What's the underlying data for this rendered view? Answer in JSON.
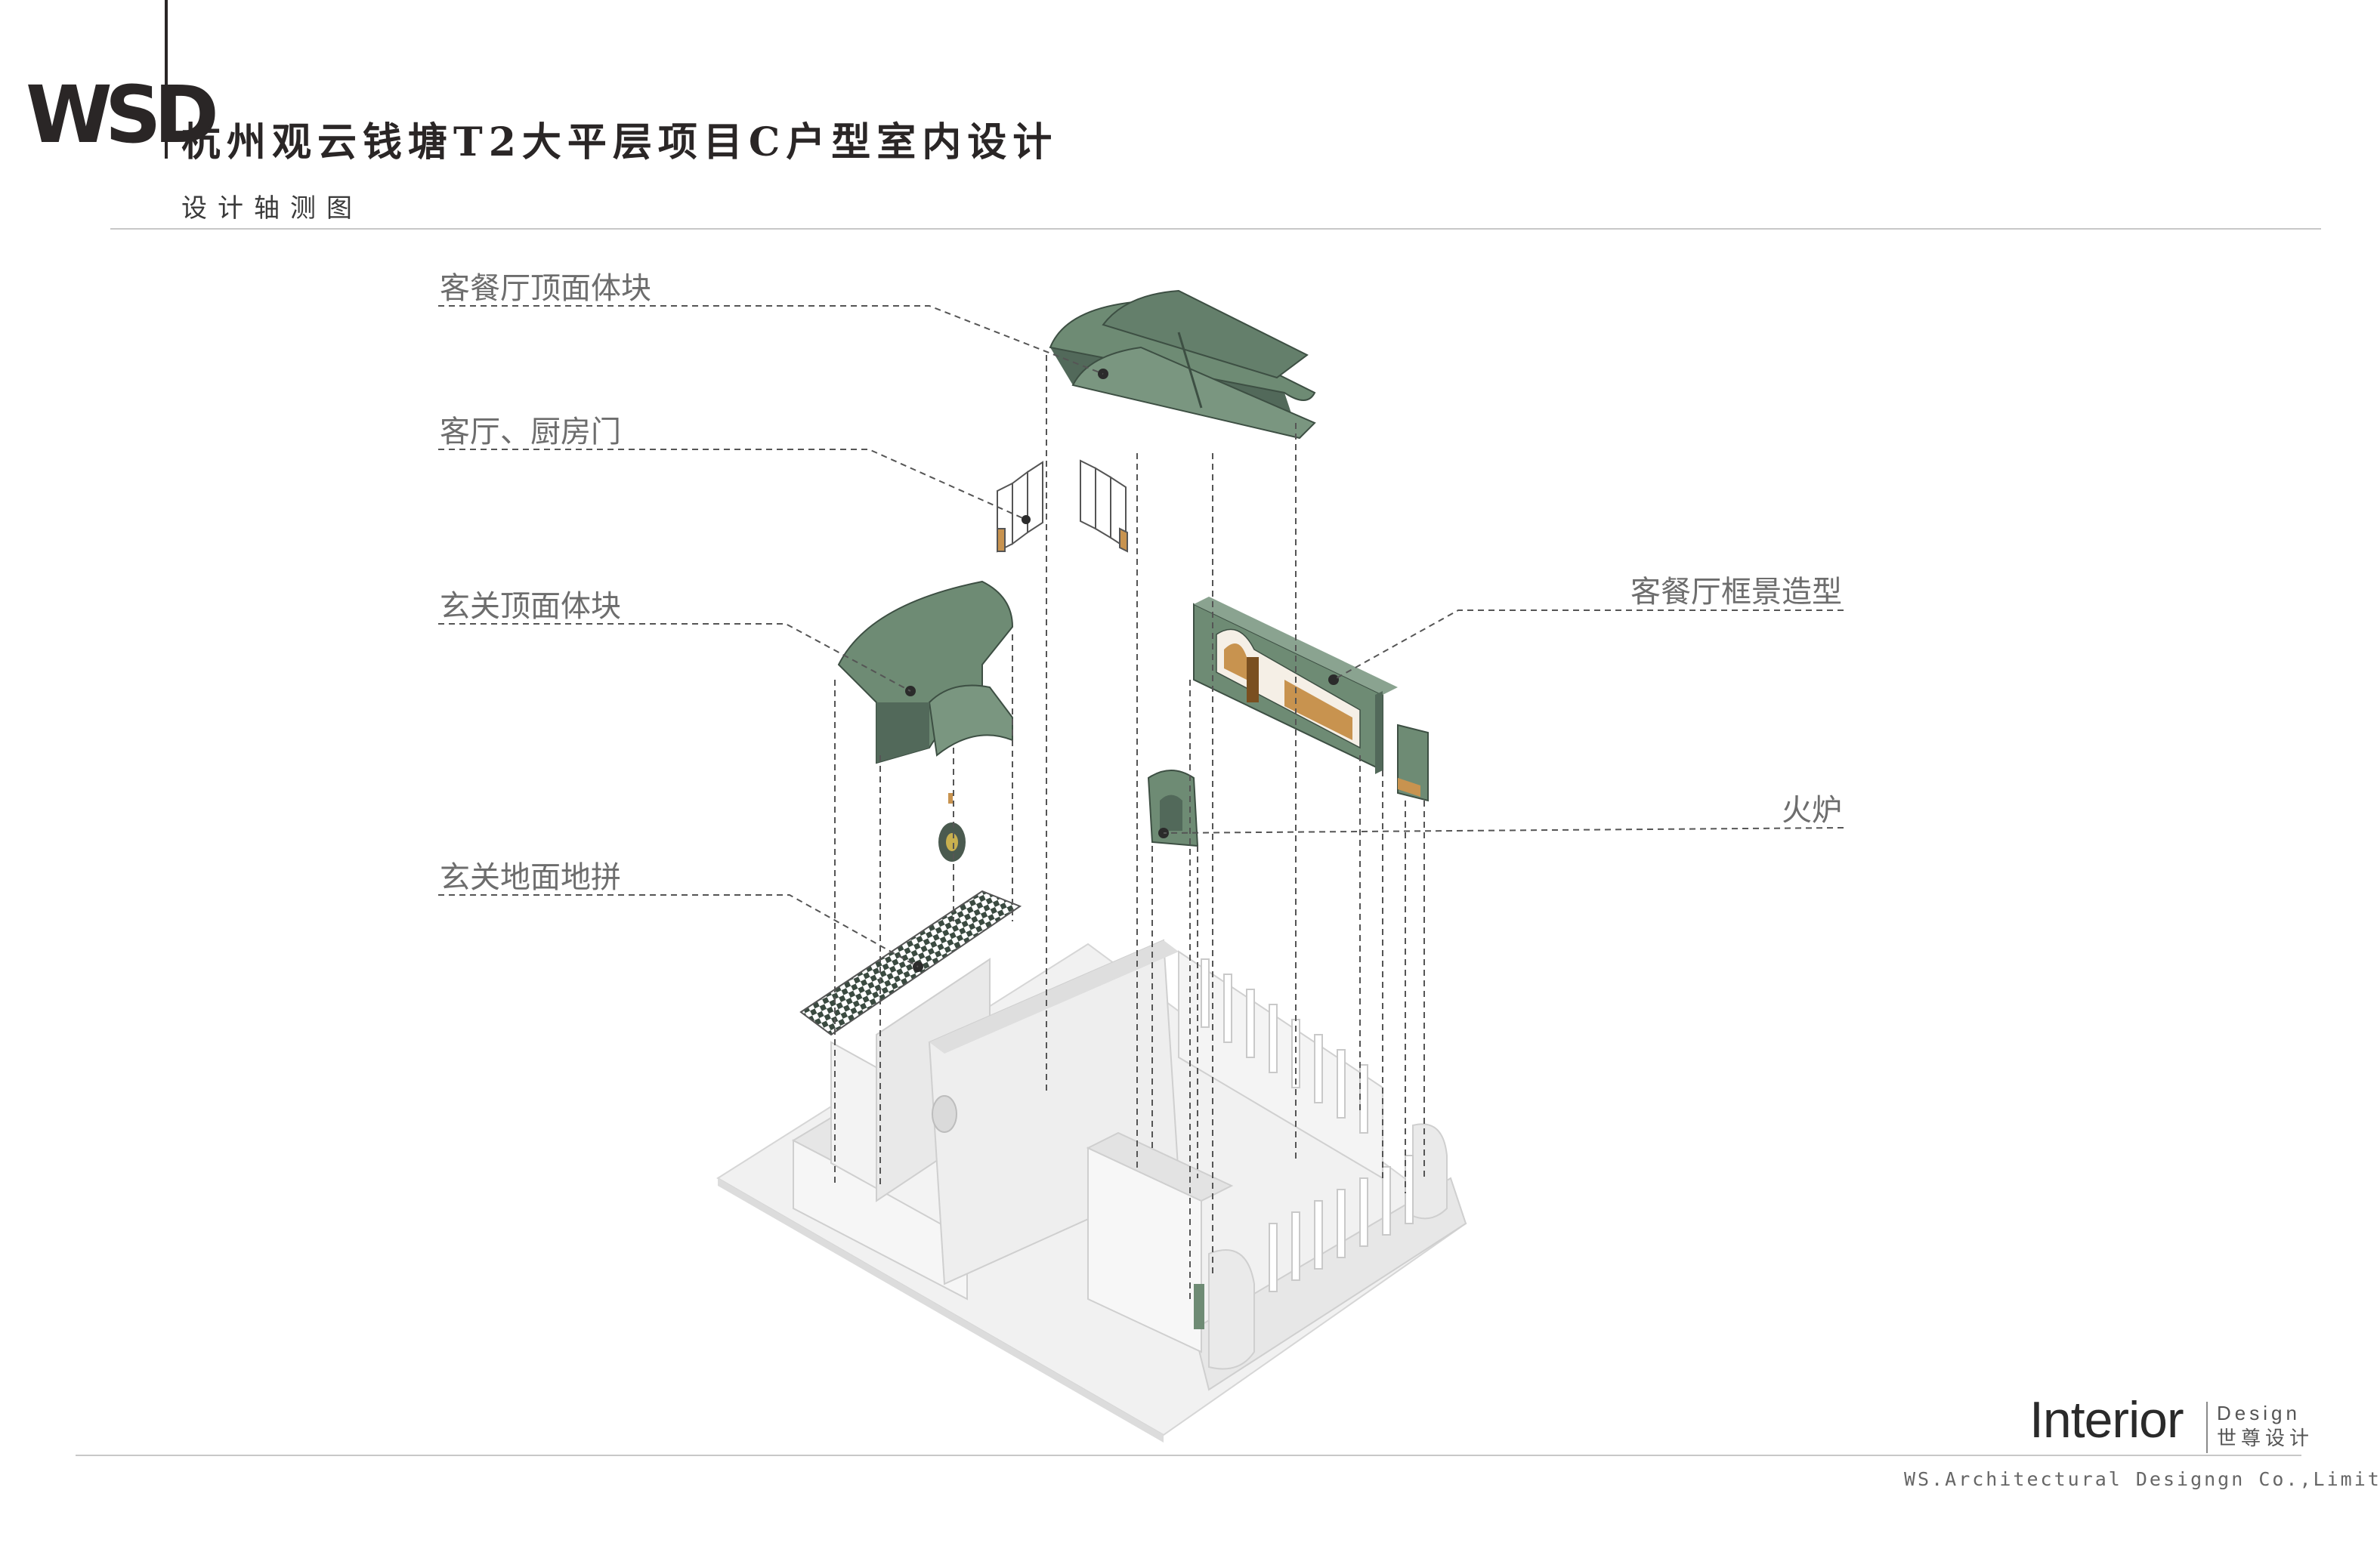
{
  "header": {
    "logo_text": "WSD",
    "title": "杭州观云钱塘T2大平层项目C户型室内设计",
    "subtitle": "设计轴测图"
  },
  "callouts": {
    "dining_ceiling": "客餐厅顶面体块",
    "living_kitchen_doors": "客厅、厨房门",
    "foyer_ceiling": "玄关顶面体块",
    "foyer_floor": "玄关地面地拼",
    "dining_frame": "客餐厅框景造型",
    "fireplace": "火炉"
  },
  "footer": {
    "brand_main": "Interior",
    "brand_design": "Design",
    "brand_cn": "世尊设计",
    "company": "WS.Architectural Designgn Co.,Limited"
  },
  "colors": {
    "block_green": "#6e8b74",
    "block_green_dark": "#52695a",
    "wood": "#c8934f",
    "wall": "#eeeeee",
    "leader": "#555555"
  }
}
